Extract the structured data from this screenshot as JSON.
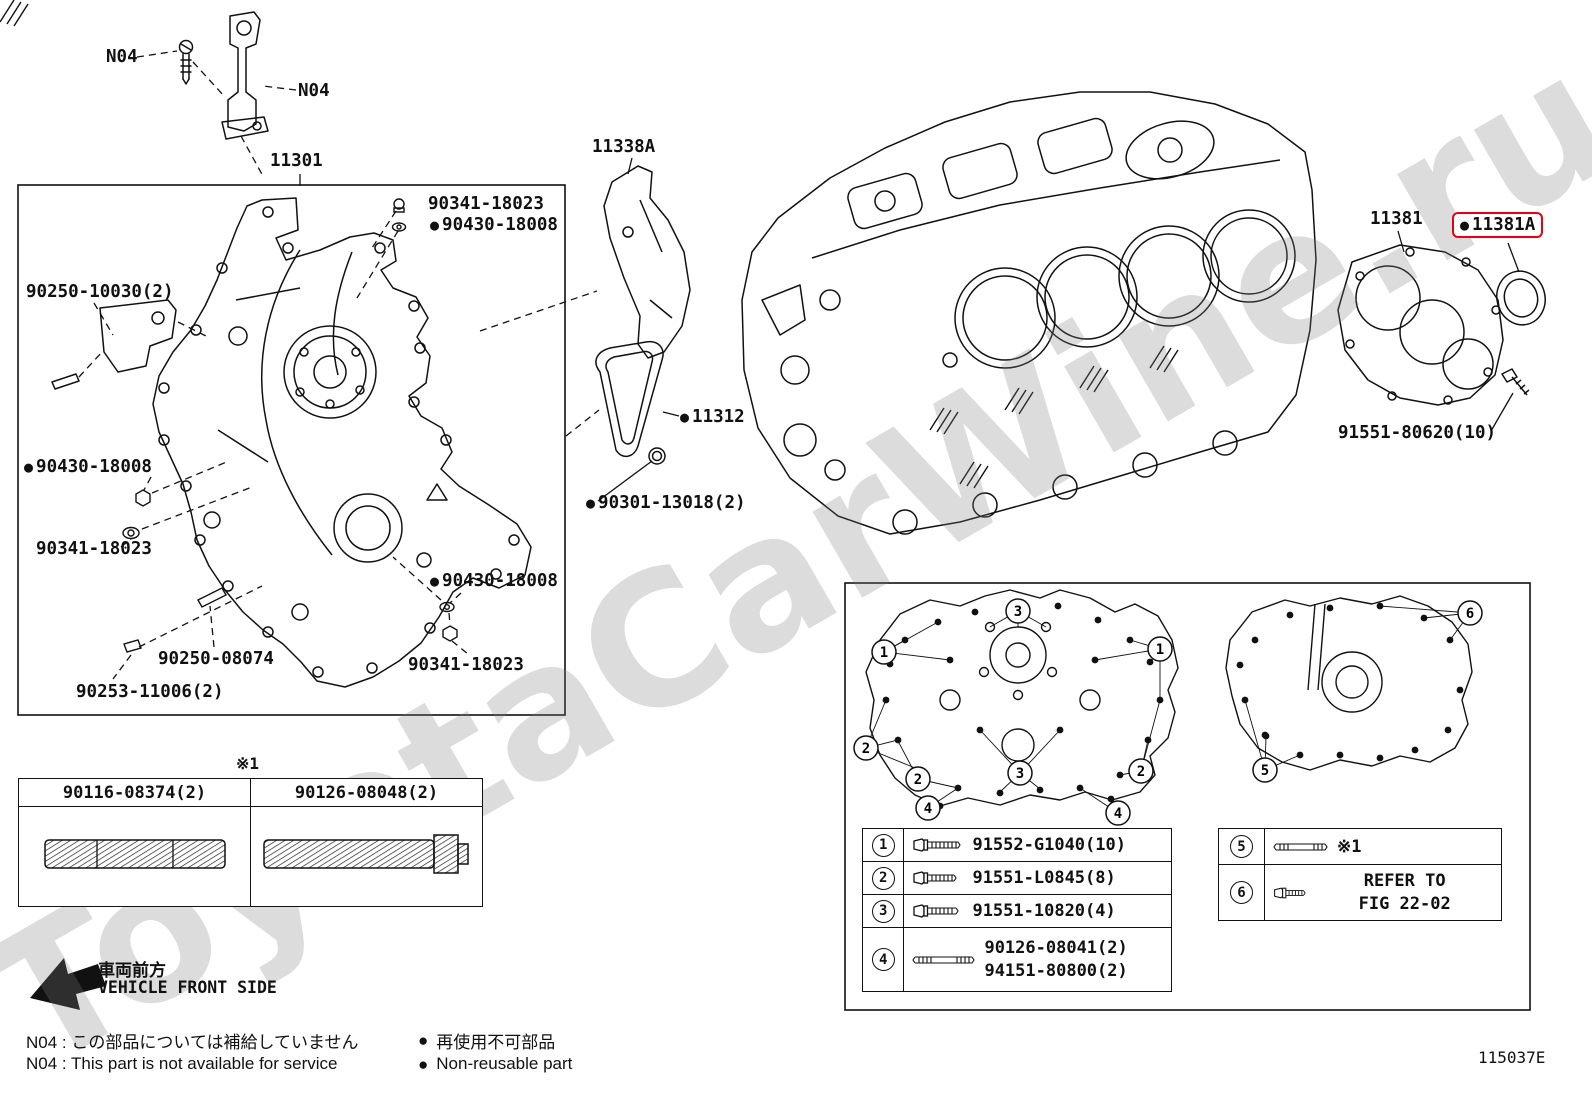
{
  "watermark": "ToyotaCarWine.ru",
  "doc_code": "115037E",
  "glyphs": {
    "dot": "●",
    "ref1": "※1"
  },
  "labels": {
    "n04_a": "N04",
    "n04_b": "N04",
    "timing_cover": "11301",
    "bolt_top": "90341-18023",
    "nut_top": "90430-18008",
    "bracket": "90250-10030(2)",
    "nut_left": "90430-18008",
    "bolt_left": "90341-18023",
    "pin": "90250-08074",
    "plug": "90253-11006(2)",
    "nut_bottom": "90430-18008",
    "bolt_bottom": "90341-18023",
    "gasket_strip": "11338A",
    "gasket": "11312",
    "oring": "90301-13018(2)",
    "rear_plate": "11381",
    "oil_seal": "11381A",
    "plate_bolt": "91551-80620(10)"
  },
  "stud_table": {
    "ref": "※1",
    "col1": "90116-08374(2)",
    "col2": "90126-08048(2)"
  },
  "callout_table_left": {
    "rows": [
      {
        "num": "1",
        "part": "91552-G1040(10)"
      },
      {
        "num": "2",
        "part": "91551-L0845(8)"
      },
      {
        "num": "3",
        "part": "91551-10820(4)"
      },
      {
        "num": "4",
        "part": "90126-08041(2)",
        "part2": "94151-80800(2)"
      }
    ]
  },
  "callout_table_right": {
    "rows": [
      {
        "num": "5",
        "part": "※1"
      },
      {
        "num": "6",
        "part": "REFER TO",
        "part2": "FIG 22-02"
      }
    ]
  },
  "callouts": {
    "left": [
      "1",
      "1",
      "2",
      "2",
      "2",
      "3",
      "3",
      "4",
      "4"
    ],
    "right": [
      "6",
      "5"
    ]
  },
  "footer": {
    "front_jp": "車両前方",
    "front_en": "VEHICLE FRONT SIDE",
    "n04_jp": "N04 : この部品については補給していません",
    "n04_en": "N04 : This part is not available for service",
    "nonreusable_jp": "再使用不可部品",
    "nonreusable_en": "Non-reusable part"
  }
}
